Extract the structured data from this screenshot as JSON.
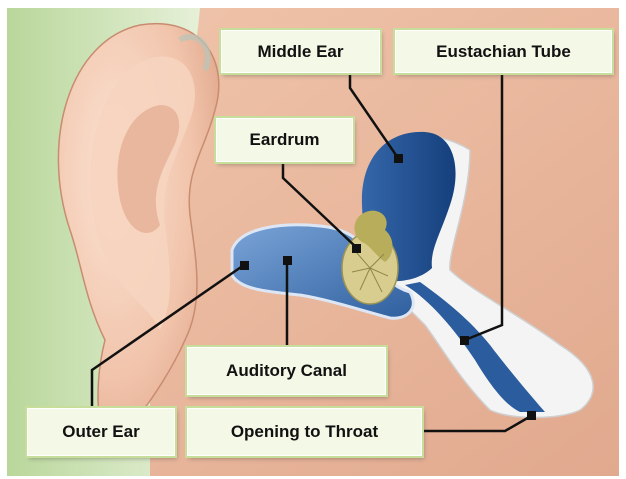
{
  "labels": {
    "middle_ear": "Middle Ear",
    "eustachian_tube": "Eustachian Tube",
    "eardrum": "Eardrum",
    "auditory_canal": "Auditory Canal",
    "outer_ear": "Outer Ear",
    "opening_to_throat": "Opening to Throat"
  },
  "colors": {
    "background_green": "#cfe3b6",
    "skin": "#e8b59c",
    "skin_light": "#f3cdb6",
    "canal_blue": "#4f7fbf",
    "canal_dark": "#1f4f95",
    "tube_white": "#f2f2f2",
    "eardrum_olive": "#c9c17a",
    "label_bg": "#f4f8e6",
    "label_border": "#c7dd9a",
    "leader_line": "#111111"
  }
}
